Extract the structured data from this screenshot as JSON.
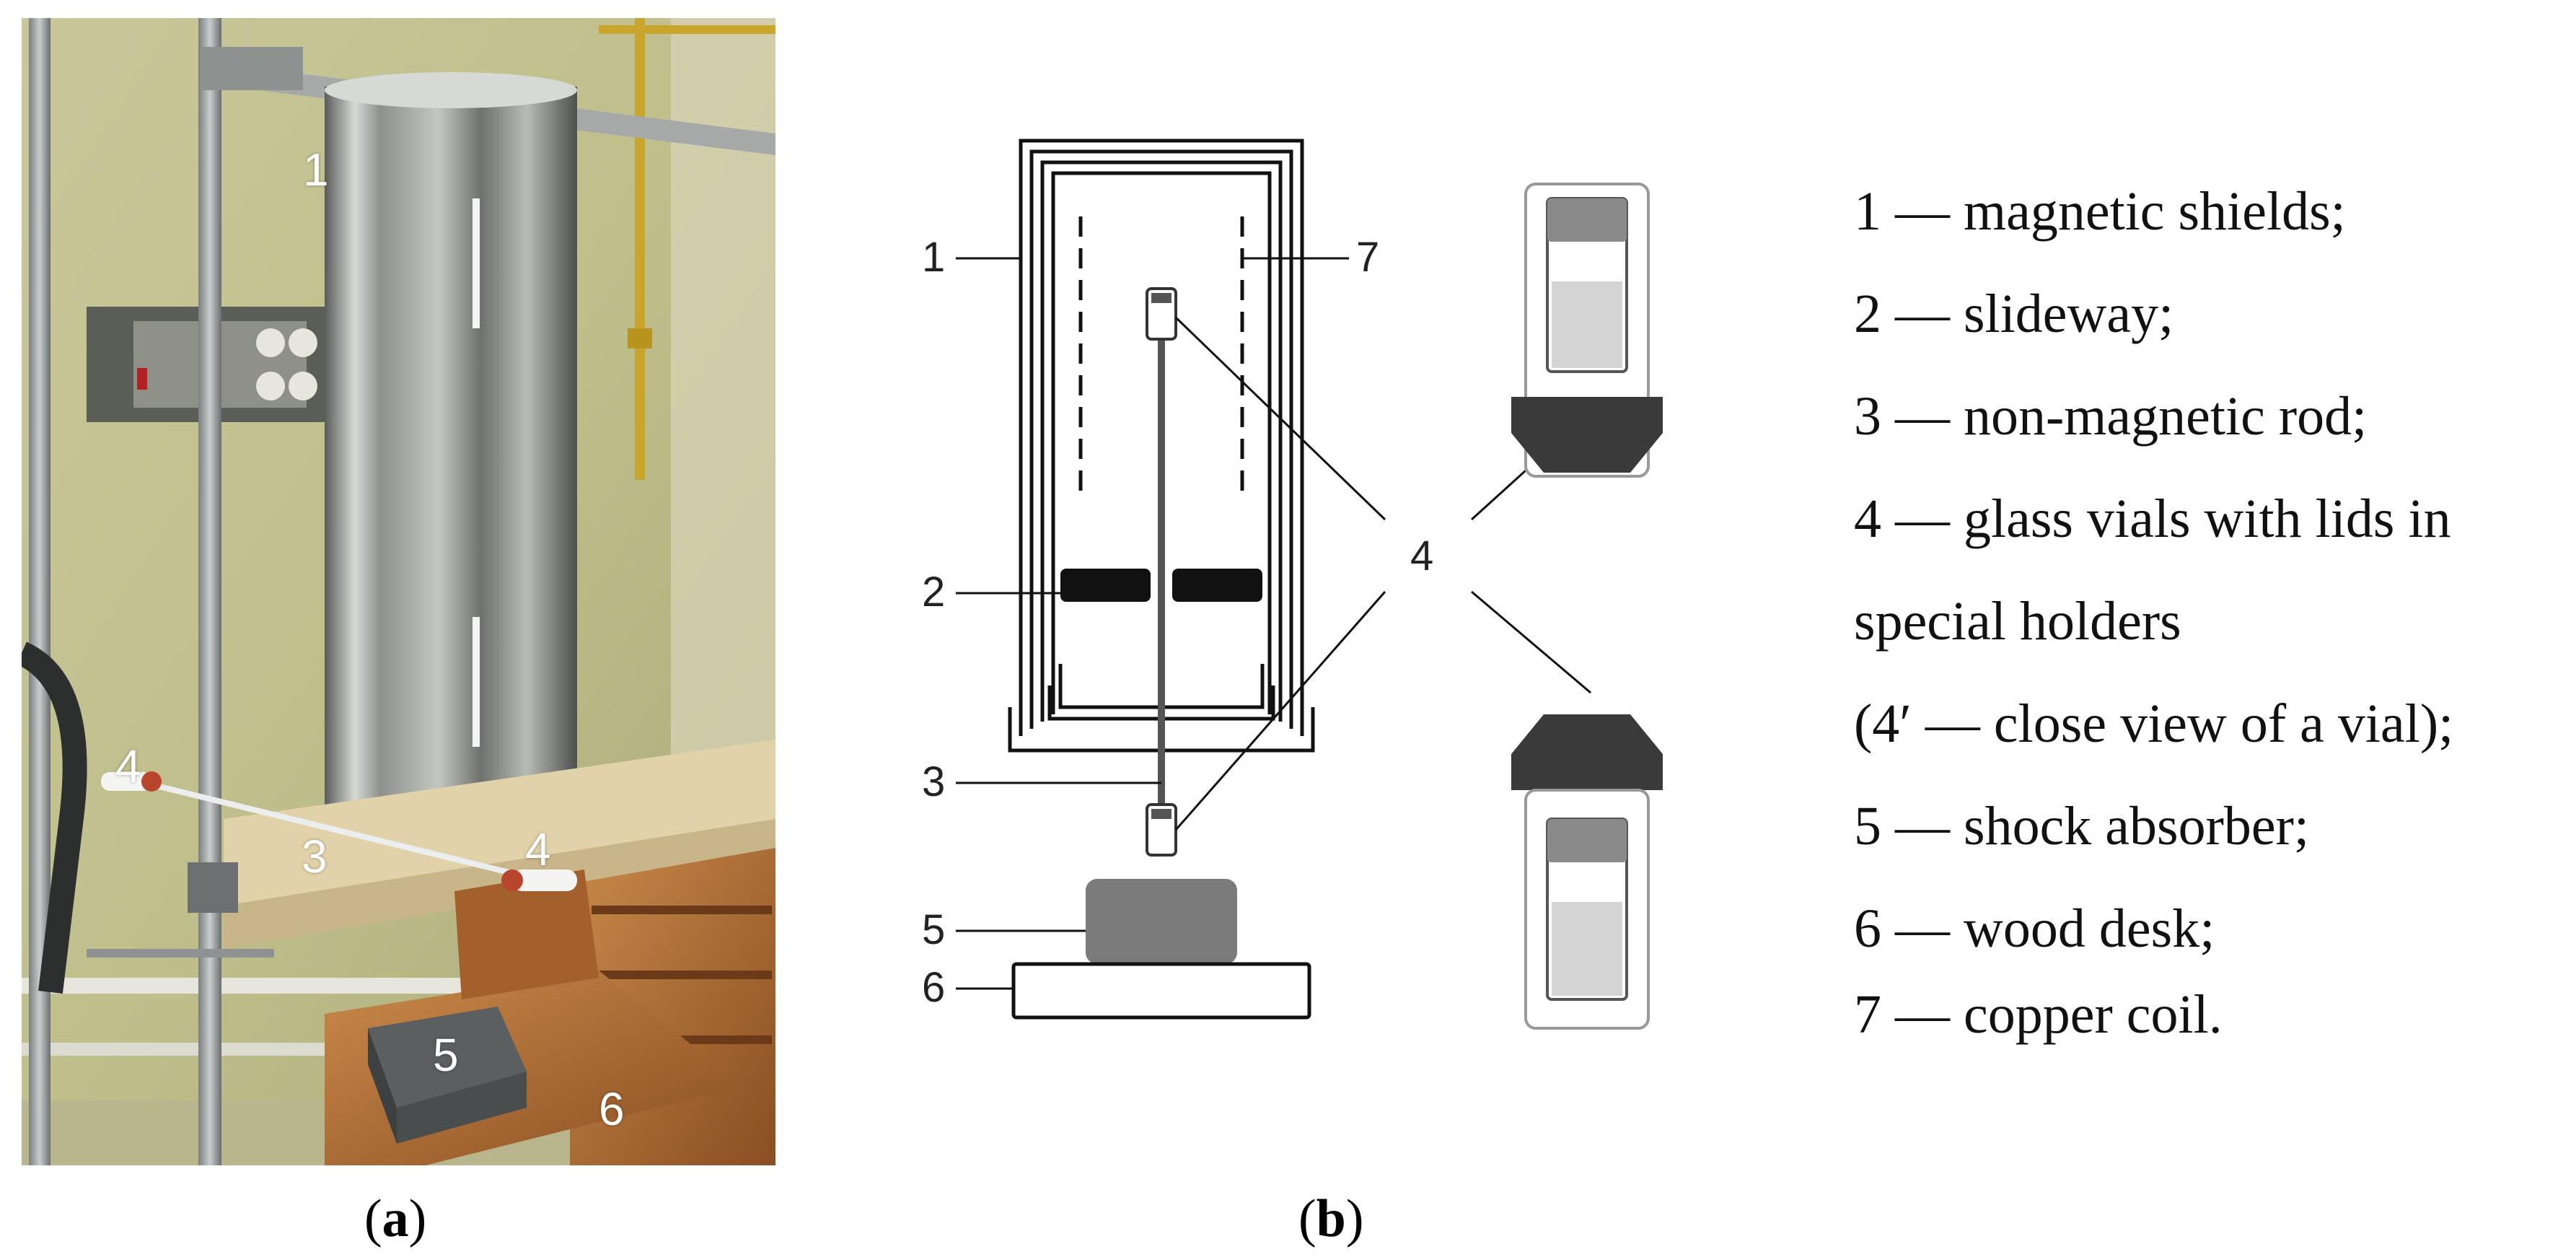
{
  "panel_a": {
    "caption_open": "(",
    "caption_letter": "a",
    "caption_close": ")",
    "labels": {
      "l1": "1",
      "l3": "3",
      "l4a": "4",
      "l4b": "4",
      "l5": "5",
      "l6": "6"
    }
  },
  "panel_b": {
    "caption_open": "(",
    "caption_letter": "b",
    "caption_close": ")",
    "labels": {
      "l1": "1",
      "l2": "2",
      "l3": "3",
      "l4": "4",
      "l5": "5",
      "l6": "6",
      "l7": "7"
    }
  },
  "legend": [
    "1 — magnetic shields;",
    "2 — slideway;",
    "3 — non-magnetic rod;",
    "4 — glass vials with lids in",
    "special holders",
    "(4′ — close view of a vial);",
    "5 — shock absorber;",
    "6 — wood desk;",
    "7 — copper coil."
  ]
}
